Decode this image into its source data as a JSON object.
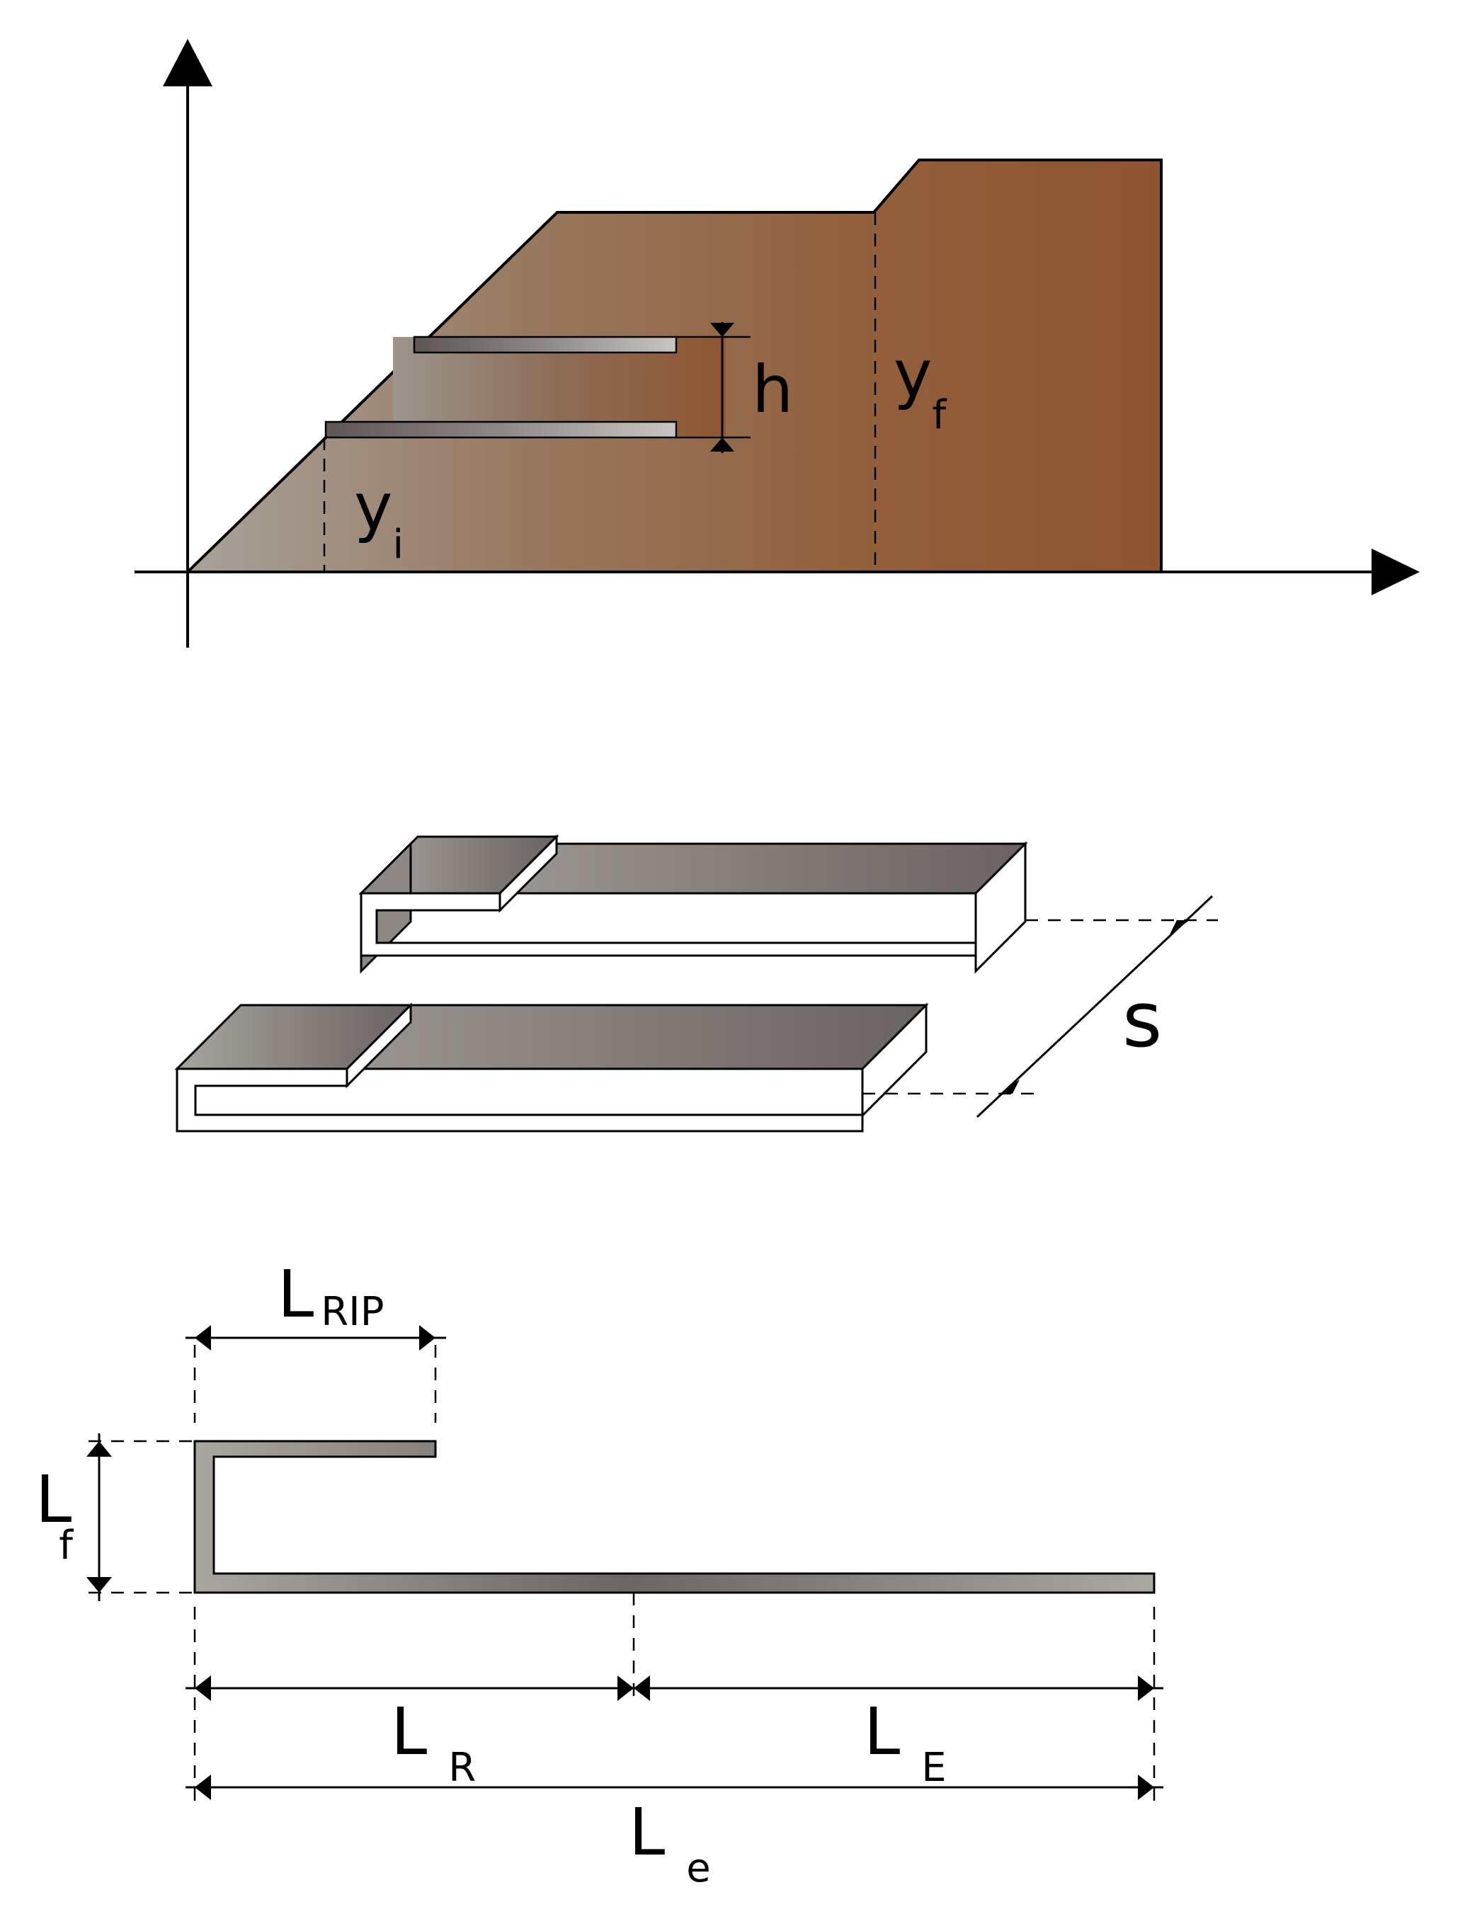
{
  "panel_top": {
    "label_h": "h",
    "label_yi_main": "y",
    "label_yi_sub": "i",
    "label_yf_main": "y",
    "label_yf_sub": "f"
  },
  "panel_middle": {
    "label_s": "s"
  },
  "panel_bottom": {
    "label_lrip_main": "L",
    "label_lrip_sub": "RIP",
    "label_lf_main": "L",
    "label_lf_sub": "f",
    "label_lr_main": "L",
    "label_lr_sub": "R",
    "label_le_upper_main": "L",
    "label_le_upper_sub": "E",
    "label_le_total_main": "L",
    "label_le_total_sub": "e"
  },
  "colors": {
    "soil_light": "#a39e97",
    "soil_mid": "#987660",
    "soil_dark": "#8f5733",
    "steel_light": "#a7a39d",
    "steel_dark": "#6e6765",
    "line": "#000000"
  }
}
